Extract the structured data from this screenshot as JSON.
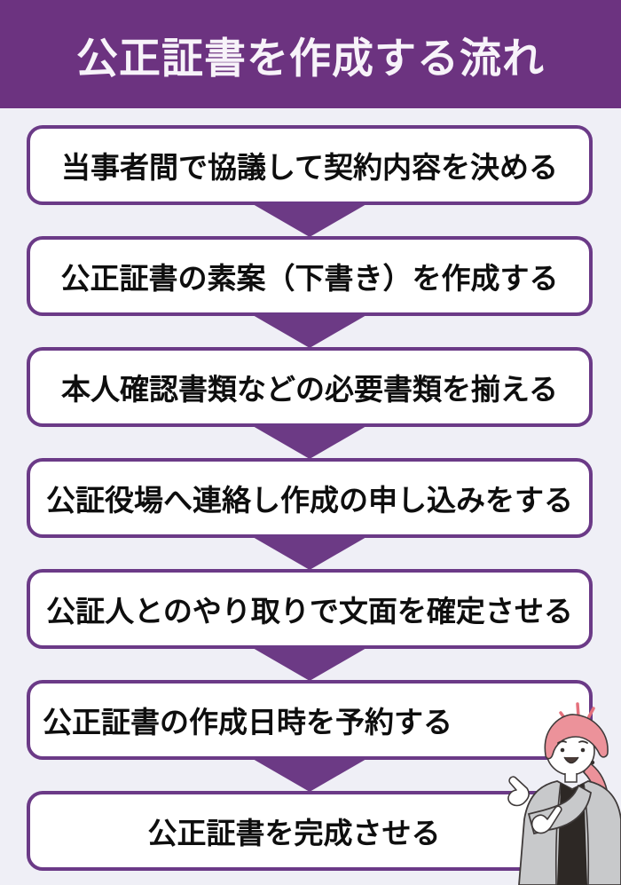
{
  "header": {
    "title": "公正証書を作成する流れ"
  },
  "flow": {
    "steps": [
      "当事者間で協議して契約内容を決める",
      "公正証書の素案（下書き）を作成する",
      "本人確認書類などの必要書類を揃える",
      "公証役場へ連絡し作成の申し込みをする",
      "公証人とのやり取りで文面を確定させる",
      "公正証書の作成日時を予約する",
      "公正証書を完成させる"
    ]
  },
  "illustration": {
    "description": "woman with pink side ponytail in gray jacket pointing at the flow"
  },
  "colors": {
    "header_bg": "#6C3380",
    "title_text": "#F7F3F9",
    "page_bg": "#EFEFF6",
    "box_bg": "#FFFFFF",
    "box_border": "#6B3A87",
    "arrow": "#6C3A85",
    "step_text": "#0E0E0E",
    "hair": "#EC929A",
    "hair_accent": "#E4707C",
    "jacket": "#C8C9CB",
    "inner_top": "#2D2825",
    "outline": "#3F3A3A"
  }
}
